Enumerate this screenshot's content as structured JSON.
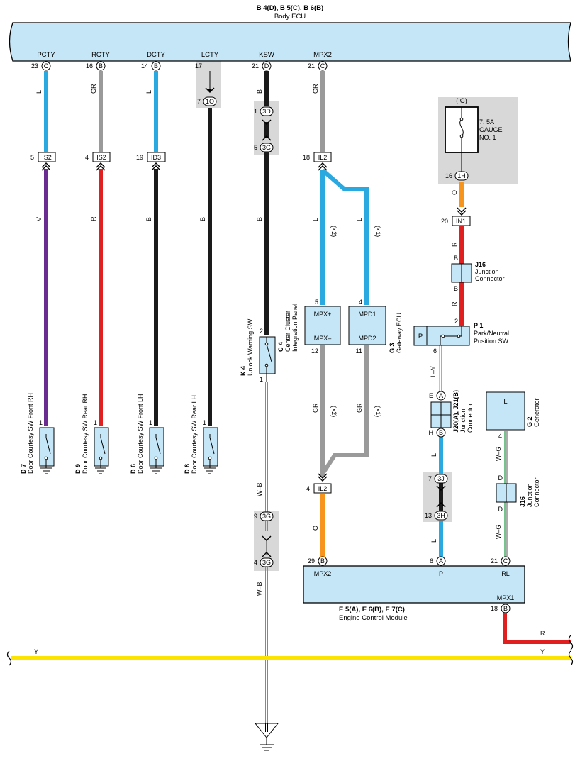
{
  "colors": {
    "L": "#2aa8e0",
    "GR": "#9a9a9a",
    "B": "#1a1a1a",
    "V": "#6a2c91",
    "R": "#e02020",
    "O": "#f7941d",
    "Y": "#fce300",
    "LY": "#9ccb3b",
    "WG": "#3aaa5a",
    "WB": "#888888",
    "box": "#c5e6f7",
    "shade": "#d8d8d8"
  },
  "body_ecu": {
    "code": "B 4(D), B 5(C), B 6(B)",
    "name": "Body ECU",
    "pins": [
      {
        "label": "PCTY",
        "num": "23",
        "conn": "C"
      },
      {
        "label": "RCTY",
        "num": "16",
        "conn": "B"
      },
      {
        "label": "DCTY",
        "num": "14",
        "conn": "B"
      },
      {
        "label": "LCTY",
        "num": "17",
        "conn": ""
      },
      {
        "label": "KSW",
        "num": "21",
        "conn": "D"
      },
      {
        "label": "MPX2",
        "num": "21",
        "conn": "C"
      }
    ]
  },
  "wires": {
    "pcty_top": "L",
    "pcty_bot": "V",
    "rcty_top": "GR",
    "rcty_bot": "R",
    "dcty_top": "L",
    "dcty_bot": "B",
    "lcty": "B",
    "ksw_top": "B",
    "ksw_mid": "B",
    "ksw_bot": "W–B",
    "ksw_bot2": "W–B",
    "mpx_top": "GR",
    "mpx_l2": "L",
    "mpx_l1": "L",
    "note2": "(×2)",
    "note1": "(×1)",
    "gr2": "GR",
    "gr1": "GR",
    "o_ecm": "O",
    "o_gauge": "O",
    "r1": "R",
    "r2": "R",
    "ly": "L–Y",
    "l_p": "L",
    "l_p2": "L",
    "wg1": "W–G",
    "wg2": "W–G",
    "r_ecm": "R",
    "y_left": "Y",
    "y_right": "Y"
  },
  "connectors": {
    "is2a": {
      "num": "5",
      "code": "IS2"
    },
    "is2b": {
      "num": "4",
      "code": "IS2"
    },
    "id3": {
      "num": "19",
      "code": "ID3"
    },
    "c1o": {
      "num": "7",
      "code": "1O"
    },
    "c3d": {
      "num": "1",
      "code": "3D"
    },
    "c3g_a": {
      "num": "5",
      "code": "3G"
    },
    "il2a": {
      "num": "18",
      "code": "IL2"
    },
    "il2b": {
      "num": "4",
      "code": "IL2"
    },
    "c3g_b": {
      "num": "9",
      "code": "3G"
    },
    "c3g_c": {
      "num": "4",
      "code": "3G"
    },
    "c1h": {
      "num": "16",
      "code": "1H"
    },
    "in1": {
      "num": "20",
      "code": "IN1"
    },
    "c3j": {
      "num": "7",
      "code": "3J"
    },
    "c3h": {
      "num": "13",
      "code": "3H"
    }
  },
  "switches": [
    {
      "code": "D 7",
      "name": "Door Courtesy SW Front RH",
      "pin": "1"
    },
    {
      "code": "D 9",
      "name": "Door Courtesy SW Rear RH",
      "pin": "1"
    },
    {
      "code": "D 6",
      "name": "Door Courtesy SW Front LH",
      "pin": "1"
    },
    {
      "code": "D 8",
      "name": "Door Courtesy SW Rear LH",
      "pin": "1"
    }
  ],
  "unlock_sw": {
    "code": "K 4",
    "name": "Unlock Warning SW",
    "pin_top": "2",
    "pin_bot": "1"
  },
  "center_cluster": {
    "code": "C 4",
    "name1": "Center Cluster",
    "name2": "Integration Panel",
    "pin_top": "5",
    "pin_bot": "12",
    "term_top": "MPX+",
    "term_bot": "MPX–"
  },
  "gateway": {
    "code": "G 3",
    "name": "Gateway ECU",
    "pin_top": "4",
    "pin_bot": "11",
    "term_top": "MPD1",
    "term_bot": "MPD2"
  },
  "fuse": {
    "group": "(IG)",
    "line1": "7. 5A",
    "line2": "GAUGE",
    "line3": "NO. 1"
  },
  "j16a": {
    "code": "J16",
    "name1": "Junction",
    "name2": "Connector",
    "pin_top": "B",
    "pin_bot": "B"
  },
  "j16b": {
    "code": "J16",
    "name1": "Junction",
    "name2": "Connector",
    "pin_top": "D",
    "pin_bot": "D"
  },
  "park_sw": {
    "code": "P 1",
    "name1": "Park/Neutral",
    "name2": "Position SW",
    "term": "P",
    "pin_top": "2",
    "pin_bot": "6"
  },
  "j20": {
    "code": "J20(A), J21(B)",
    "name1": "Junction",
    "name2": "Connector",
    "pin_top": "E",
    "conn_top": "A",
    "pin_bot": "H",
    "conn_bot": "B"
  },
  "generator": {
    "code": "G 2",
    "name": "Generator",
    "term": "L",
    "pin": "4"
  },
  "ecm": {
    "code": "E 5(A), E 6(B), E 7(C)",
    "name": "Engine Control Module",
    "pins": [
      {
        "label": "MPX2",
        "num": "29",
        "conn": "B"
      },
      {
        "label": "P",
        "num": "6",
        "conn": "A"
      },
      {
        "label": "RL",
        "num": "21",
        "conn": "C"
      },
      {
        "label": "MPX1",
        "num": "18",
        "conn": "B"
      }
    ]
  }
}
